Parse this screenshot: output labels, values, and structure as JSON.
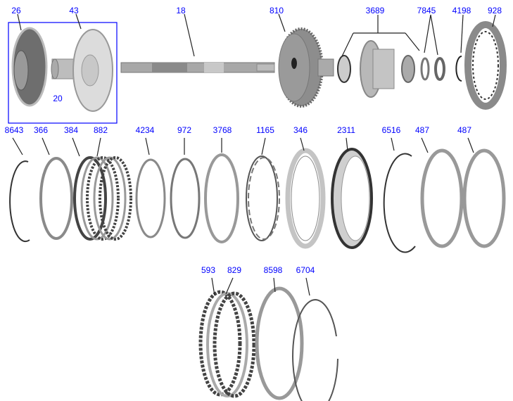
{
  "diagram": {
    "colors": {
      "label": "#0000ff",
      "box": "#0000ff",
      "metal": "#9a9a9a",
      "dark": "#3a3a3a"
    },
    "row1": [
      {
        "id": "26"
      },
      {
        "id": "43"
      },
      {
        "id": "18"
      },
      {
        "id": "810"
      },
      {
        "id": "3689"
      },
      {
        "id": "7845"
      },
      {
        "id": "4198"
      },
      {
        "id": "928"
      }
    ],
    "group_label": "20",
    "row2": [
      {
        "id": "8643"
      },
      {
        "id": "366"
      },
      {
        "id": "384"
      },
      {
        "id": "882"
      },
      {
        "id": "4234"
      },
      {
        "id": "972"
      },
      {
        "id": "3768"
      },
      {
        "id": "1165"
      },
      {
        "id": "346"
      },
      {
        "id": "2311"
      },
      {
        "id": "6516"
      },
      {
        "id": "487"
      },
      {
        "id": "487"
      }
    ],
    "row3": [
      {
        "id": "593"
      },
      {
        "id": "829"
      },
      {
        "id": "8598"
      },
      {
        "id": "6704"
      }
    ]
  }
}
